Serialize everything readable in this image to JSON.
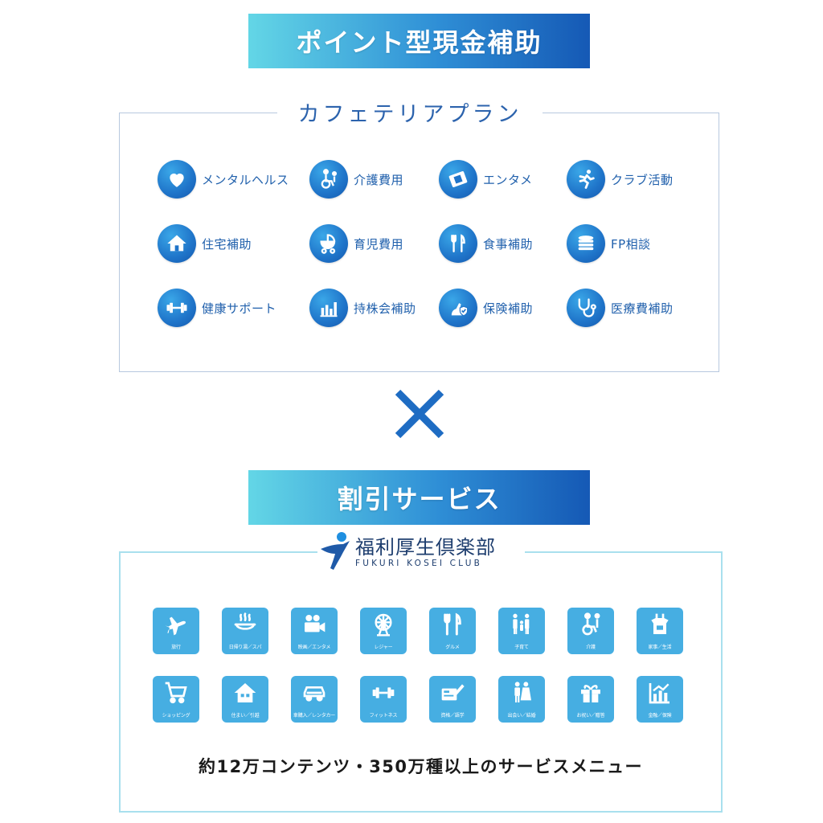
{
  "top_banner": {
    "title": "ポイント型現金補助"
  },
  "cafeteria": {
    "title": "カフェテリアプラン",
    "items": [
      {
        "label": "メンタルヘルス",
        "icon": "heart-icon"
      },
      {
        "label": "介護費用",
        "icon": "wheelchair-icon"
      },
      {
        "label": "エンタメ",
        "icon": "film-icon"
      },
      {
        "label": "クラブ活動",
        "icon": "runner-icon"
      },
      {
        "label": "住宅補助",
        "icon": "house-icon"
      },
      {
        "label": "育児費用",
        "icon": "stroller-icon"
      },
      {
        "label": "食事補助",
        "icon": "fork-knife-icon"
      },
      {
        "label": "FP相談",
        "icon": "coins-icon"
      },
      {
        "label": "健康サポート",
        "icon": "dumbbell-icon"
      },
      {
        "label": "持株会補助",
        "icon": "bar-chart-icon"
      },
      {
        "label": "保険補助",
        "icon": "insurance-icon"
      },
      {
        "label": "医療費補助",
        "icon": "stethoscope-icon"
      }
    ]
  },
  "separator": {
    "symbol": "×",
    "icon": "cross-icon"
  },
  "discount_banner": {
    "title": "割引サービス"
  },
  "club": {
    "logo_jp": "福利厚生倶楽部",
    "logo_en": "FUKURI KOSEI CLUB",
    "tiles": [
      {
        "label": "旅行",
        "icon": "airplane-icon"
      },
      {
        "label": "日帰り湯／スパ",
        "icon": "hot-spring-icon"
      },
      {
        "label": "映画／エンタメ",
        "icon": "movie-camera-icon"
      },
      {
        "label": "レジャー",
        "icon": "ferris-wheel-icon"
      },
      {
        "label": "グルメ",
        "icon": "fork-knife-icon"
      },
      {
        "label": "子育て",
        "icon": "family-icon"
      },
      {
        "label": "介護",
        "icon": "wheelchair-icon"
      },
      {
        "label": "家事／生活",
        "icon": "apron-icon"
      },
      {
        "label": "ショッピング",
        "icon": "cart-icon"
      },
      {
        "label": "住まい／引越",
        "icon": "house-icon"
      },
      {
        "label": "車購入／レンタカー",
        "icon": "car-icon"
      },
      {
        "label": "フィットネス",
        "icon": "dumbbell-icon"
      },
      {
        "label": "資格／語学",
        "icon": "certificate-icon"
      },
      {
        "label": "出会い／結婚",
        "icon": "couple-icon"
      },
      {
        "label": "お祝い／贈答",
        "icon": "gift-icon"
      },
      {
        "label": "金融／保険",
        "icon": "chart-icon"
      }
    ]
  },
  "footer": {
    "text": "約12万コンテンツ・350万種以上のサービスメニュー"
  },
  "colors": {
    "banner_start": "#63d6e6",
    "banner_end": "#1559b5",
    "cafe_icon": "#1f74c9",
    "cafe_text": "#2060ac",
    "tile": "#46aee2",
    "cross": "#1e6cc3"
  }
}
